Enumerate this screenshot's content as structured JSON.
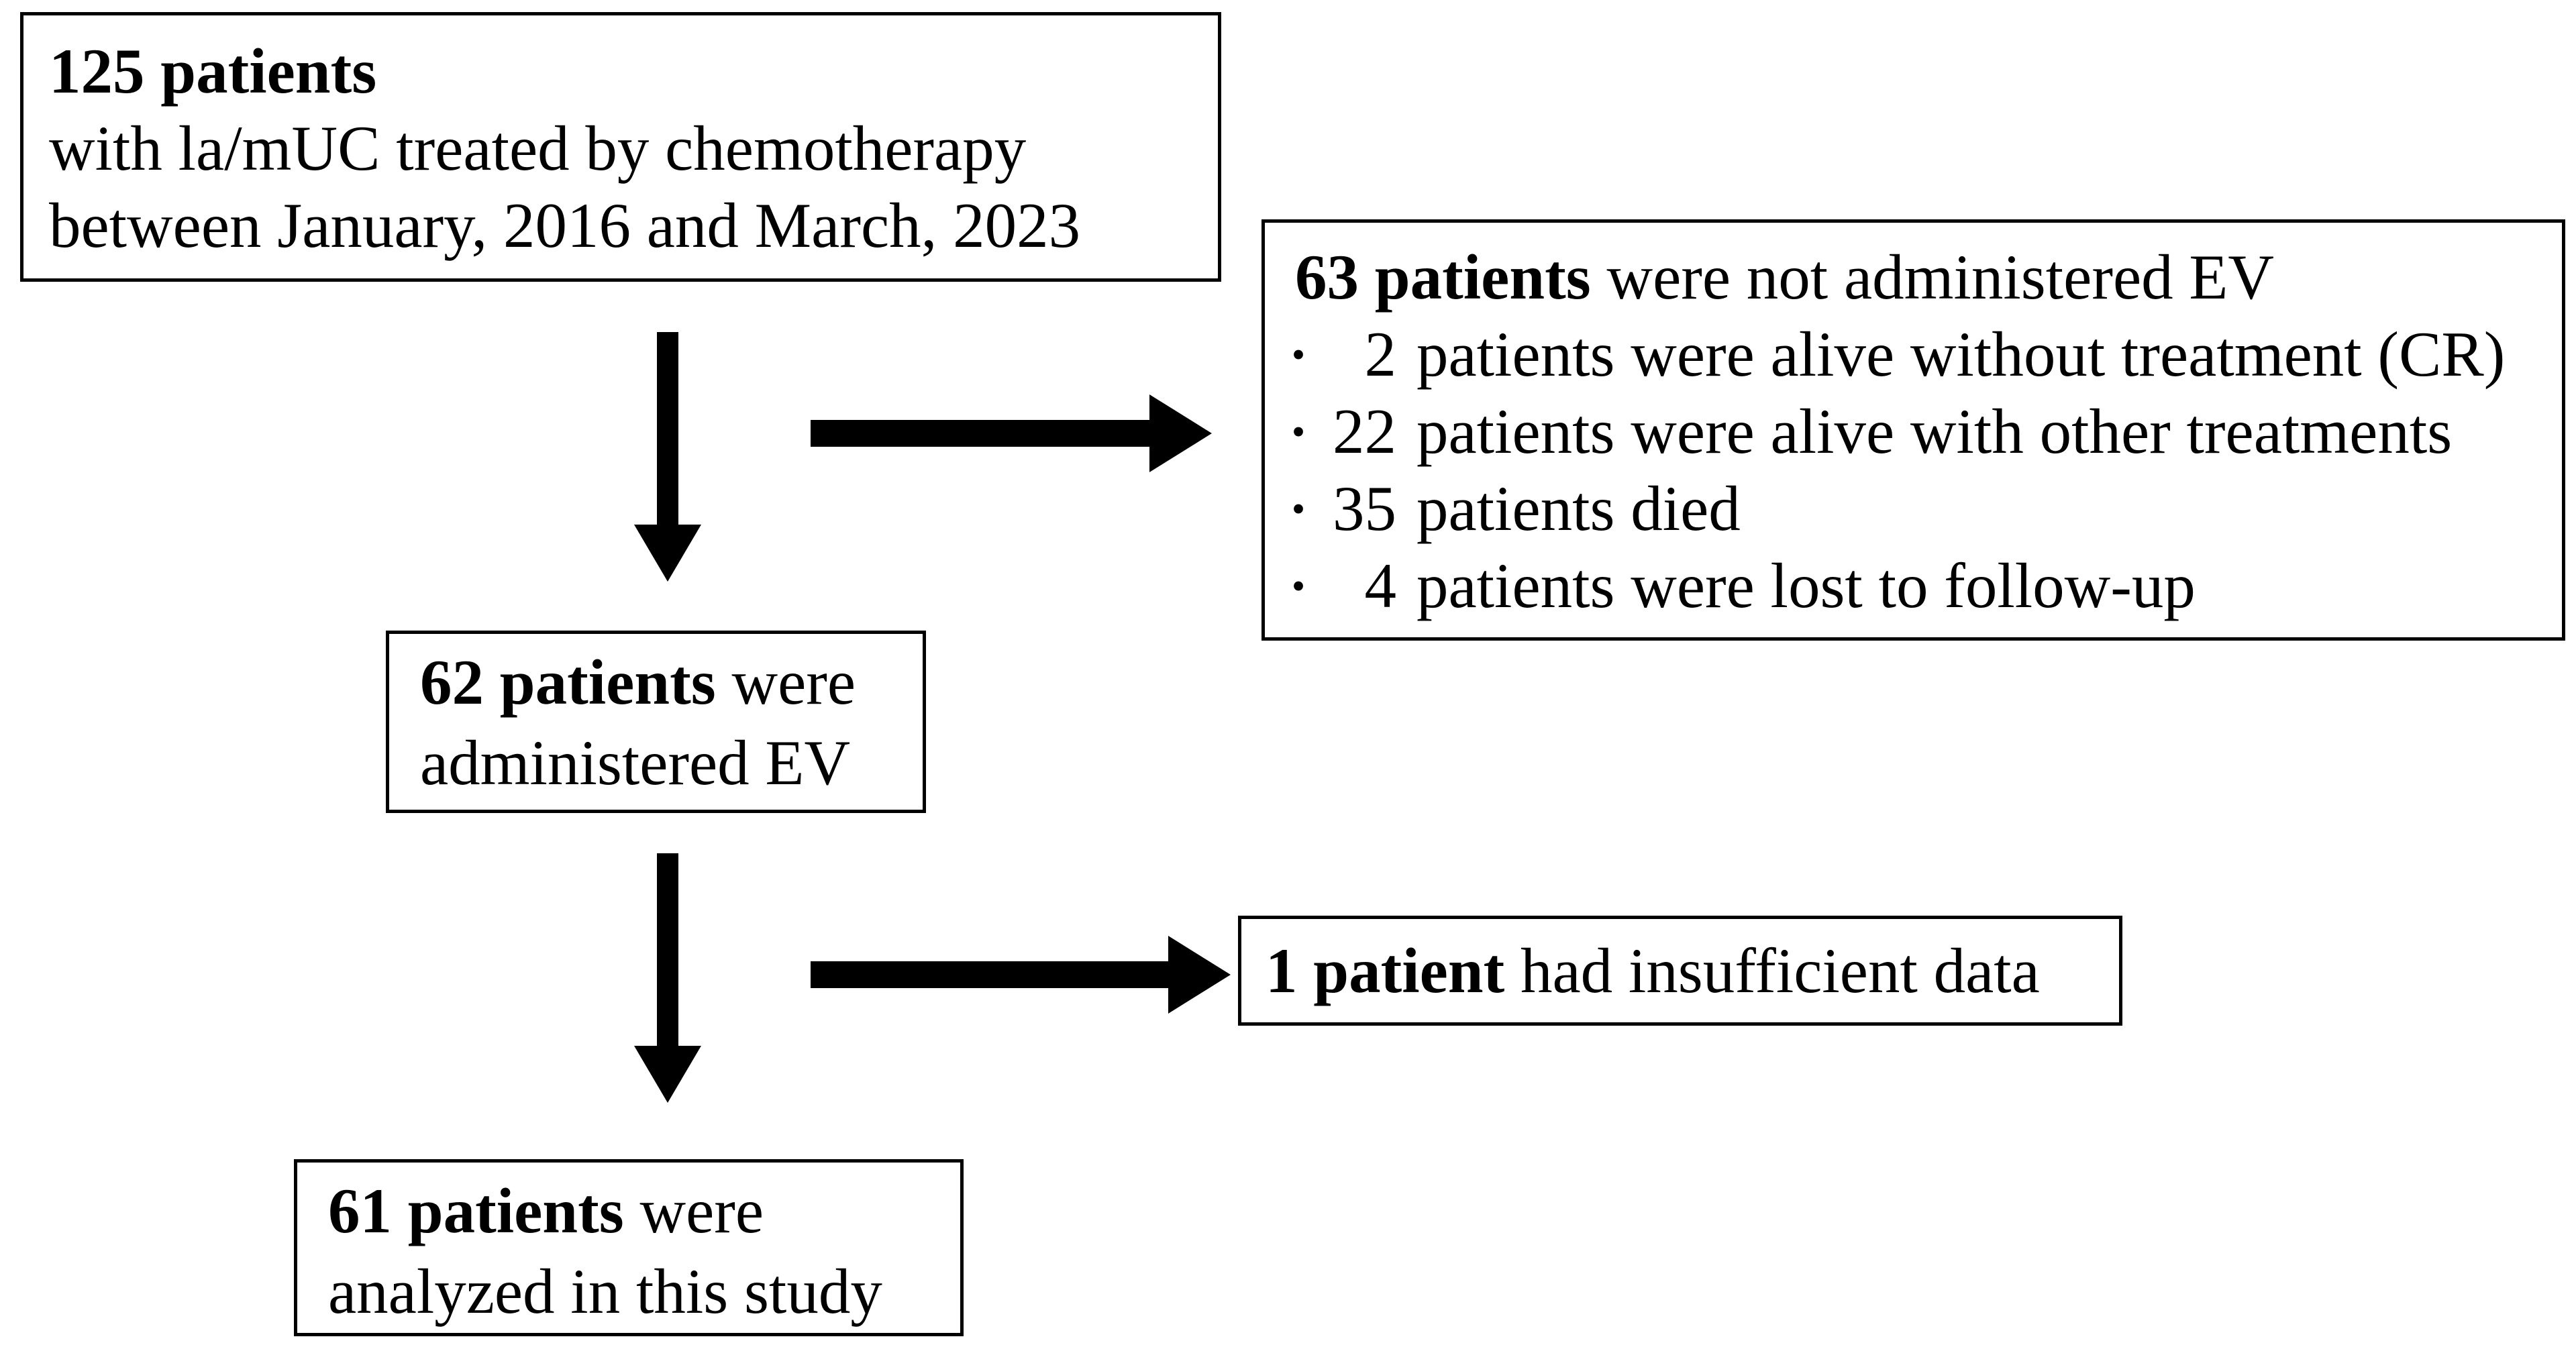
{
  "canvas": {
    "background": "#ffffff",
    "ink": "#000000"
  },
  "flowchart": {
    "cohort_box": {
      "count": "125 patients",
      "line2": "with la/mUC treated by chemotherapy",
      "line3": "between January, 2016 and March, 2023"
    },
    "excluded_box": {
      "count": "63 patients",
      "rest": " were not administered EV",
      "bullet_char": "•",
      "bullets": [
        {
          "count": "2",
          "text": "patients were alive without treatment (CR)"
        },
        {
          "count": "22",
          "text": "patients were alive with other treatments"
        },
        {
          "count": "35",
          "text": "patients died"
        },
        {
          "count": "4",
          "text": "patients were lost to follow-up"
        }
      ]
    },
    "administered_box": {
      "count": "62 patients",
      "rest": " were",
      "line2": "administered EV"
    },
    "insufficient_box": {
      "count": "1 patient",
      "rest": " had insufficient data"
    },
    "analyzed_box": {
      "count": "61 patients",
      "rest": " were",
      "line2": "analyzed in this study"
    }
  }
}
